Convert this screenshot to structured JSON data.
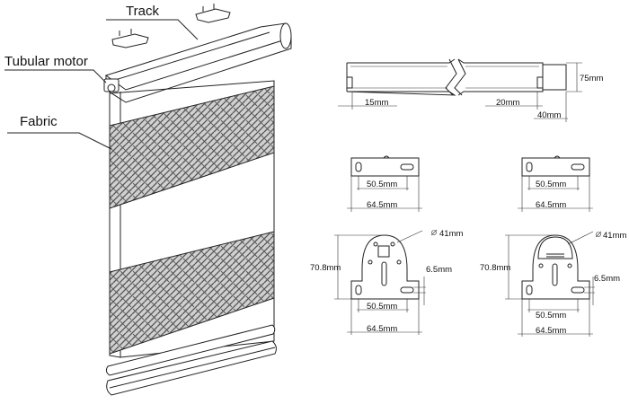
{
  "labels": {
    "track": "Track",
    "tubular_motor": "Tubular motor",
    "fabric": "Fabric"
  },
  "track_dims": {
    "height": "75mm",
    "left_offset": "15mm",
    "right_offset": "20mm",
    "end": "40mm"
  },
  "bracket_plain_left": {
    "inner": "50.5mm",
    "outer": "64.5mm"
  },
  "bracket_plain_right": {
    "inner": "50.5mm",
    "outer": "64.5mm"
  },
  "bracket_motor_left": {
    "height": "70.8mm",
    "diameter": "41mm",
    "slot": "6.5mm",
    "inner": "50.5mm",
    "outer": "64.5mm"
  },
  "bracket_motor_right": {
    "height": "70.8mm",
    "diameter": "41mm",
    "slot": "6.5mm",
    "inner": "50.5mm",
    "outer": "64.5mm"
  },
  "colors": {
    "line": "#222222",
    "fabric_band": "#d0d0d0",
    "background": "#ffffff"
  },
  "icons": {
    "diameter_symbol": "circle-slash",
    "weave_pattern": "herringbone"
  }
}
